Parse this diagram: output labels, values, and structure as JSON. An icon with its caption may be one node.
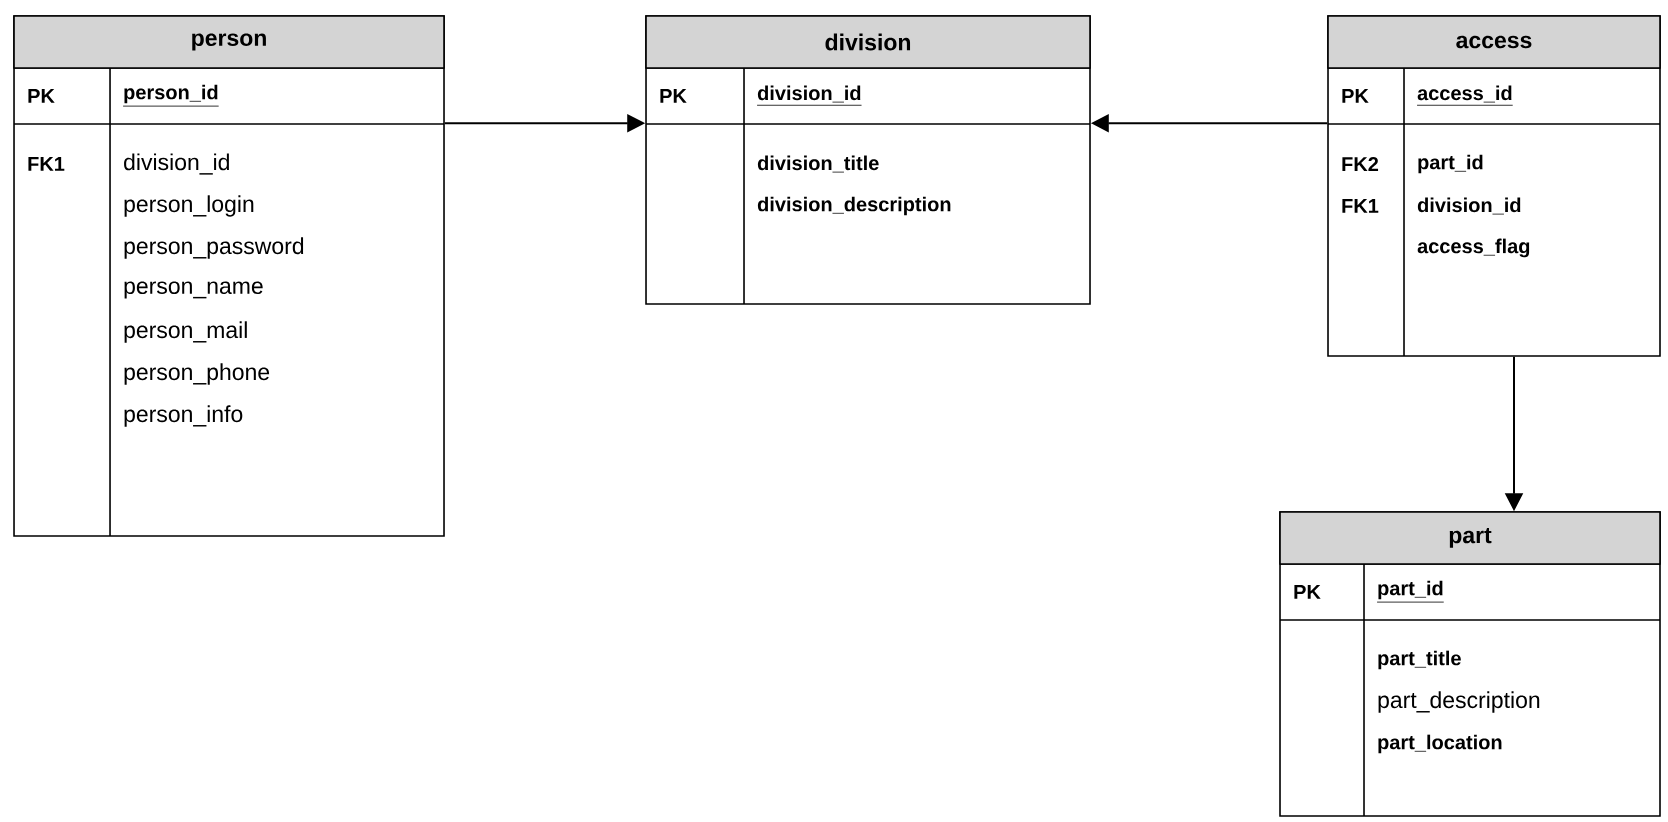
{
  "diagram": {
    "nodes": [
      {
        "text": [
          "person",
          "PK",
          "person_id",
          "FK1",
          "division_id",
          "person_login",
          "person_password",
          "person_name",
          "person_mail",
          "person_phone",
          "person_info"
        ]
      },
      {
        "text": [
          "division",
          "PK",
          "division_id",
          "division_title",
          "division_description"
        ]
      },
      {
        "text": [
          "access",
          "PK",
          "access_id",
          "FK2",
          "FK1",
          "part_id",
          "division_id",
          "access_flag"
        ]
      },
      {
        "text": [
          "part",
          "PK",
          "part_id",
          "part_title",
          "part_description",
          "part_location"
        ]
      }
    ],
    "edges": [
      {
        "from": 0,
        "to": 1,
        "arrow": "to"
      },
      {
        "from": 2,
        "to": 1,
        "arrow": "to"
      },
      {
        "from": 2,
        "to": 3,
        "arrow": "to"
      }
    ]
  }
}
